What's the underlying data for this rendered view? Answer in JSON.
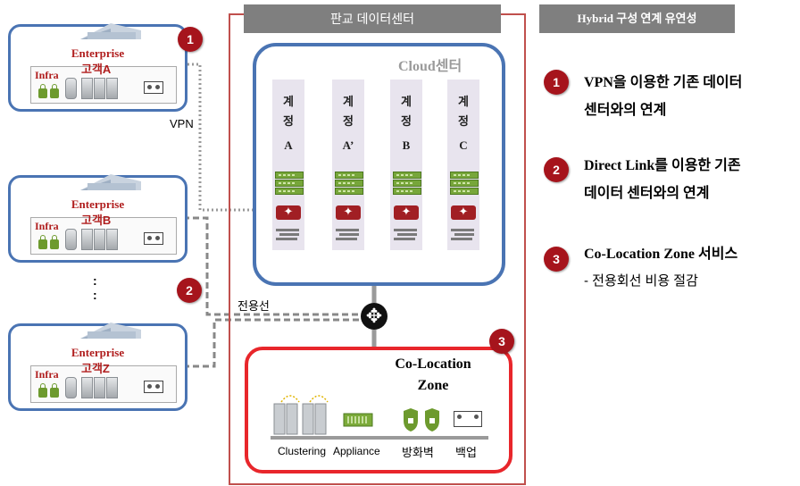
{
  "enterprises": [
    {
      "title": "Enterprise",
      "customer": "고객A",
      "infra": "Infra"
    },
    {
      "title": "Enterprise",
      "customer": "고객B",
      "infra": "Infra"
    },
    {
      "title": "Enterprise",
      "customer": "고객Z",
      "infra": "Infra"
    }
  ],
  "vertical_dots": ":",
  "links": {
    "vpn": "VPN",
    "dedicated_line": "전용선"
  },
  "pangyo": {
    "header": "판교 데이터센터",
    "cloud_title": "Cloud센터"
  },
  "accounts": [
    {
      "l1": "계",
      "l2": "정",
      "l3": "A"
    },
    {
      "l1": "계",
      "l2": "정",
      "l3": "A’"
    },
    {
      "l1": "계",
      "l2": "정",
      "l3": "B"
    },
    {
      "l1": "계",
      "l2": "정",
      "l3": "C"
    }
  ],
  "colocation": {
    "title_line1": "Co-Location",
    "title_line2": "Zone",
    "clustering": "Clustering",
    "appliance": "Appliance",
    "firewall": "방화벽",
    "backup": "백업"
  },
  "badges": [
    "1",
    "2",
    "3"
  ],
  "hybrid": {
    "header": "Hybrid 구성 연계 유연성",
    "items": [
      {
        "num": "1",
        "line1": "VPN을 이용한 기존 데이터",
        "line2": "센터와의 연계"
      },
      {
        "num": "2",
        "line1": "Direct Link를 이용한 기존",
        "line2": "데이터 센터와의 연계"
      },
      {
        "num": "3",
        "line1": "Co-Location Zone 서비스",
        "line2": "- 전용회선 비용 절감"
      }
    ]
  },
  "colors": {
    "accent_blue": "#4a74b3",
    "accent_red": "#e8262b",
    "badge": "#a6141c",
    "header_gray": "#7f7f7f"
  }
}
